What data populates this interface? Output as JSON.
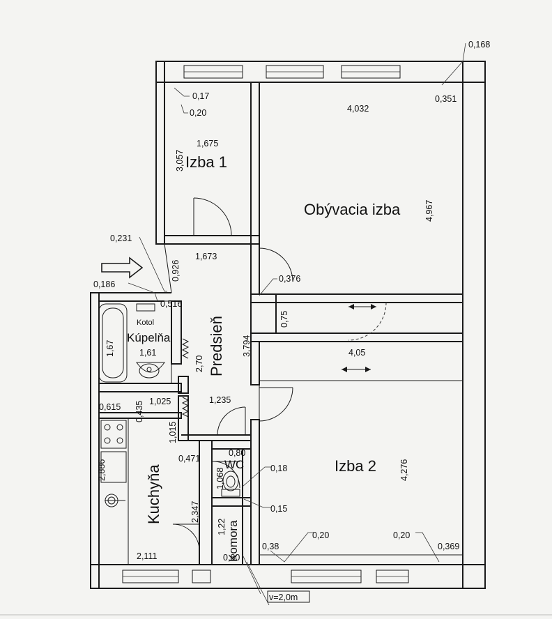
{
  "rooms": {
    "izba1": "Izba  1",
    "obyvacia": "Obývacia  izba",
    "predsien": "Predsieň",
    "kupelna": "Kúpelňa",
    "kotol": "Kotol",
    "kuchyna": "Kuchyňa",
    "wc": "WC",
    "komora": "Komora",
    "izba2": "Izba  2"
  },
  "dimensions": {
    "d_0168": "0,168",
    "d_0351": "0,351",
    "d_017": "0,17",
    "d_020_top": "0,20",
    "d_4032": "4,032",
    "d_3057": "3,057",
    "d_1675": "1,675",
    "d_4967": "4,967",
    "d_0231": "0,231",
    "d_0926": "0,926",
    "d_1673": "1,673",
    "d_0376": "0,376",
    "d_0186": "0,186",
    "d_0516": "0,516",
    "d_075": "0,75",
    "d_167": "1,67",
    "d_161": "1,61",
    "d_270": "2,70",
    "d_3794": "3,794",
    "d_405": "4,05",
    "d_0615": "0,615",
    "d_0435": "0,435",
    "d_1025": "1,025",
    "d_1235": "1,235",
    "d_1015": "1,015",
    "d_0471": "0,471",
    "d_1068": "1,068",
    "d_080_top": "0,80",
    "d_018": "0,18",
    "d_4276": "4,276",
    "d_2886": "2,886",
    "d_015": "0,15",
    "d_2347": "2,347",
    "d_122": "1,22",
    "d_038": "0,38",
    "d_020_l": "0,20",
    "d_020_r": "0,20",
    "d_0369": "0,369",
    "d_2111": "2,111",
    "d_080_bot": "0,80",
    "height": "v=2,0m"
  }
}
